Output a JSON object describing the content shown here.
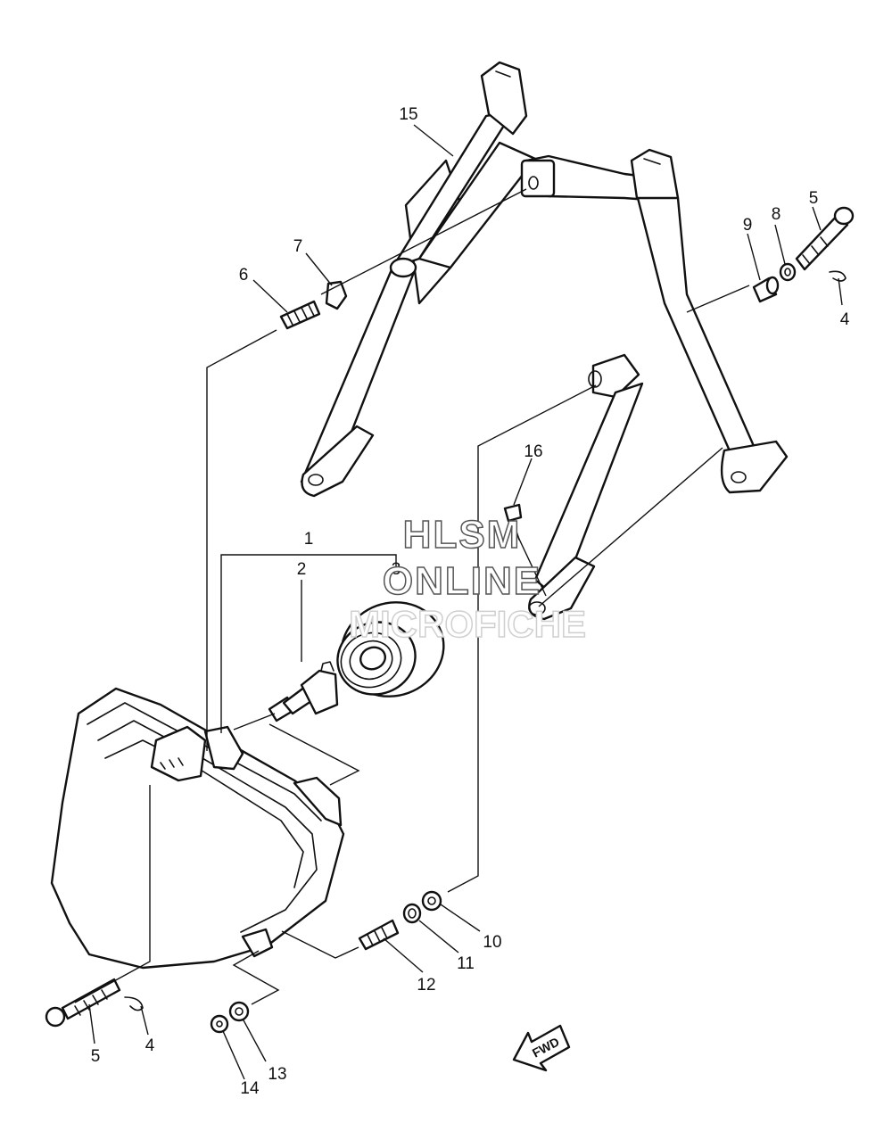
{
  "callouts": {
    "c1": "1",
    "c2": "2",
    "c3": "3",
    "c4a": "4",
    "c4b": "4",
    "c5a": "5",
    "c5b": "5",
    "c6": "6",
    "c7": "7",
    "c8": "8",
    "c9": "9",
    "c10": "10",
    "c11": "11",
    "c12": "12",
    "c13": "13",
    "c14": "14",
    "c15": "15",
    "c16": "16"
  },
  "watermark": {
    "line1": "HLSM",
    "line2": "ONLINE",
    "line3": "MICROFICHE"
  },
  "fwd_label": "FWD"
}
